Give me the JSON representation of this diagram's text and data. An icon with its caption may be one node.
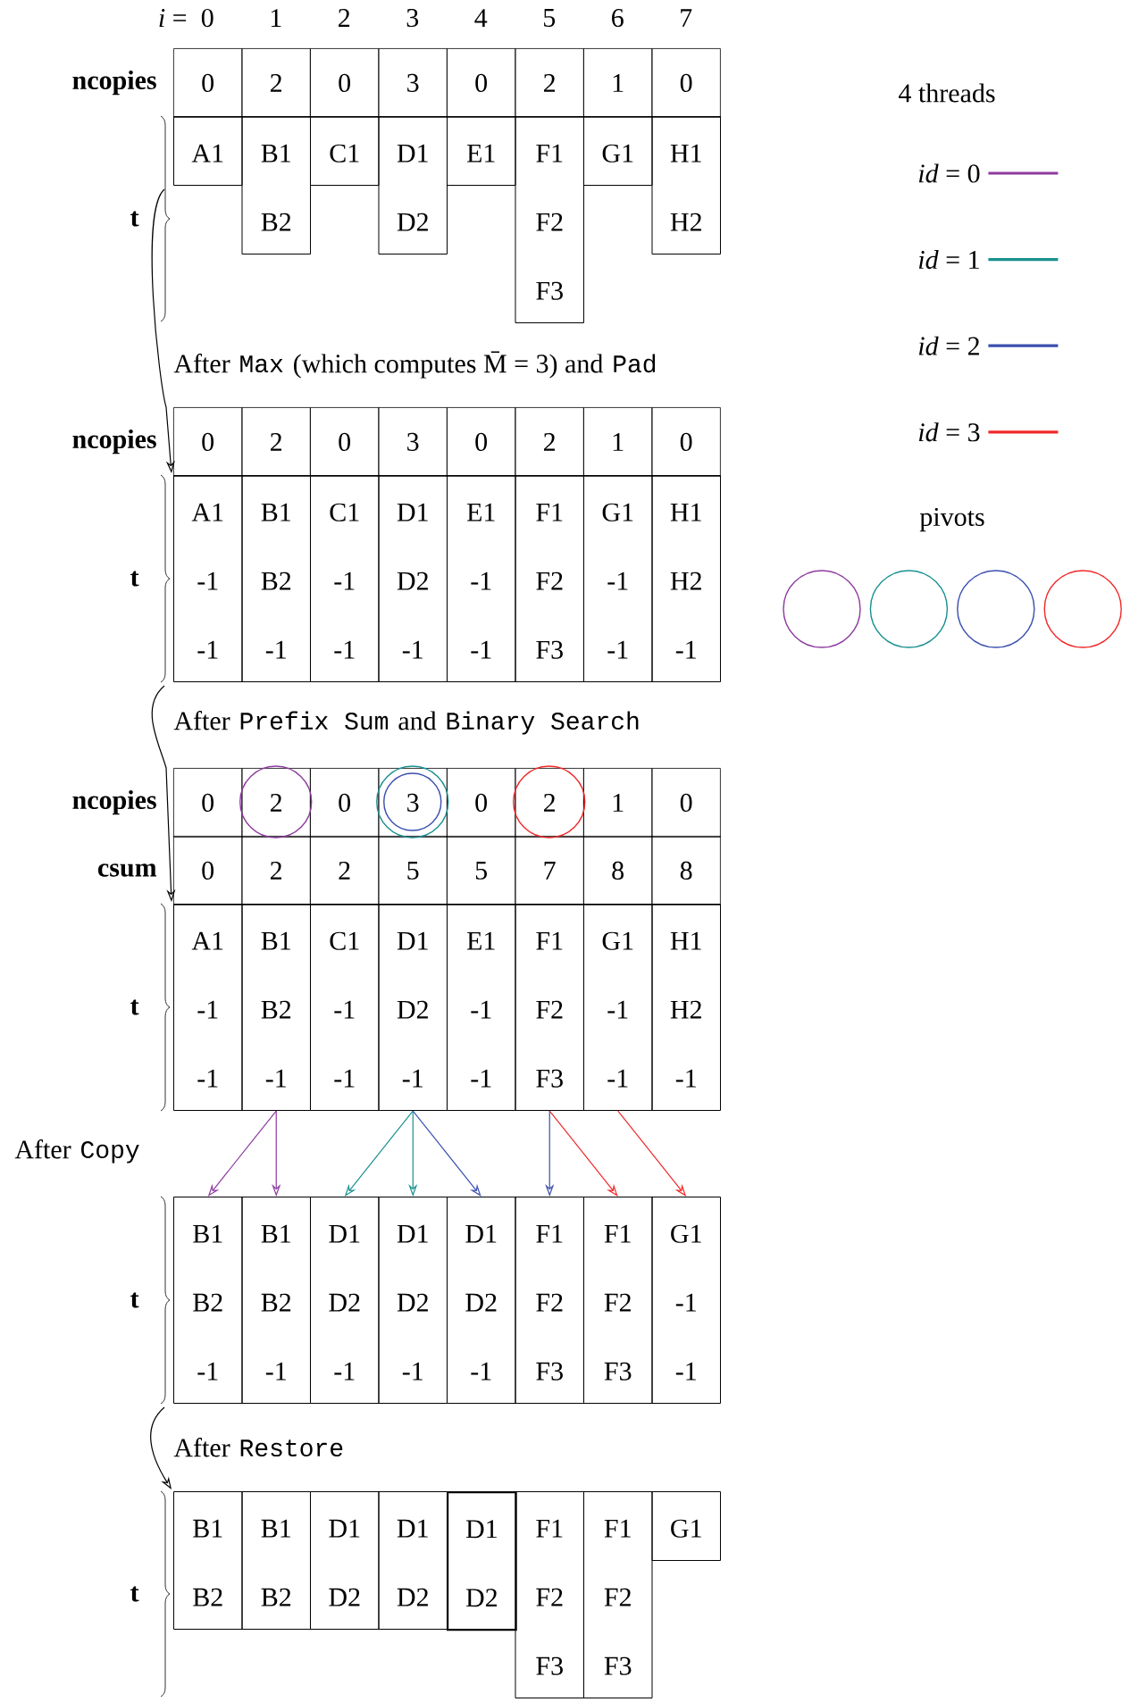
{
  "diagram": {
    "nodes": [
      {
        "text": [
          "A1"
        ]
      },
      {
        "text": [
          "B1",
          "B2"
        ]
      },
      {
        "text": [
          "C1"
        ]
      },
      {
        "text": [
          "D1",
          "D2"
        ]
      },
      {
        "text": [
          "E1"
        ]
      },
      {
        "text": [
          "F1",
          "F2",
          "F3"
        ]
      },
      {
        "text": [
          "G1"
        ]
      },
      {
        "text": [
          "H1",
          "H2"
        ]
      },
      {
        "text": [
          "A1",
          "-1",
          "-1"
        ]
      },
      {
        "text": [
          "B1",
          "B2",
          "-1"
        ]
      },
      {
        "text": [
          "C1",
          "-1",
          "-1"
        ]
      },
      {
        "text": [
          "D1",
          "D2",
          "-1"
        ]
      },
      {
        "text": [
          "E1",
          "-1",
          "-1"
        ]
      },
      {
        "text": [
          "F1",
          "F2",
          "F3"
        ]
      },
      {
        "text": [
          "G1",
          "-1",
          "-1"
        ]
      },
      {
        "text": [
          "H1",
          "H2",
          "-1"
        ]
      },
      {
        "text": [
          "A1",
          "-1",
          "-1"
        ]
      },
      {
        "text": [
          "B1",
          "B2",
          "-1"
        ]
      },
      {
        "text": [
          "C1",
          "-1",
          "-1"
        ]
      },
      {
        "text": [
          "D1",
          "D2",
          "-1"
        ]
      },
      {
        "text": [
          "E1",
          "-1",
          "-1"
        ]
      },
      {
        "text": [
          "F1",
          "F2",
          "F3"
        ]
      },
      {
        "text": [
          "G1",
          "-1",
          "-1"
        ]
      },
      {
        "text": [
          "H1",
          "H2",
          "-1"
        ]
      },
      {
        "text": [
          "B1",
          "B2",
          "-1"
        ]
      },
      {
        "text": [
          "B1",
          "B2",
          "-1"
        ]
      },
      {
        "text": [
          "D1",
          "D2",
          "-1"
        ]
      },
      {
        "text": [
          "D1",
          "D2",
          "-1"
        ]
      },
      {
        "text": [
          "D1",
          "D2",
          "-1"
        ]
      },
      {
        "text": [
          "F1",
          "F2",
          "F3"
        ]
      },
      {
        "text": [
          "F1",
          "F2",
          "F3"
        ]
      },
      {
        "text": [
          "G1",
          "-1",
          "-1"
        ]
      },
      {
        "text": [
          "B1",
          "B2"
        ]
      },
      {
        "text": [
          "B1",
          "B2"
        ]
      },
      {
        "text": [
          "D1",
          "D2"
        ]
      },
      {
        "text": [
          "D1",
          "D2"
        ]
      },
      {
        "text": [
          "D1",
          "D2"
        ]
      },
      {
        "text": [
          "F1",
          "F2",
          "F3"
        ]
      },
      {
        "text": [
          "F1",
          "F2",
          "F3"
        ]
      },
      {
        "text": [
          "G1"
        ]
      }
    ],
    "edges": [
      {
        "from": 0,
        "to": 8,
        "arrow": "to"
      },
      {
        "from": 8,
        "to": 16,
        "arrow": "to"
      },
      {
        "from": 24,
        "to": 32,
        "arrow": "to"
      },
      {
        "from": 17,
        "to": 24,
        "arrow": "to",
        "color": "#8e3a9e"
      },
      {
        "from": 17,
        "to": 25,
        "arrow": "to",
        "color": "#8e3a9e"
      },
      {
        "from": 19,
        "to": 26,
        "arrow": "to",
        "color": "#1a9090"
      },
      {
        "from": 19,
        "to": 27,
        "arrow": "to",
        "color": "#1a9090"
      },
      {
        "from": 19,
        "to": 28,
        "arrow": "to",
        "color": "#3a4fb0"
      },
      {
        "from": 21,
        "to": 29,
        "arrow": "to",
        "color": "#3a4fb0"
      },
      {
        "from": 21,
        "to": 30,
        "arrow": "to",
        "color": "#f02828"
      },
      {
        "from": 22,
        "to": 31,
        "arrow": "to",
        "color": "#f02828"
      }
    ],
    "labels": [
      "*i* =",
      "0",
      "1",
      "2",
      "3",
      "4",
      "5",
      "6",
      "7",
      "4 threads",
      "pivots",
      "ncopies",
      "0",
      "2",
      "0",
      "3",
      "0",
      "2",
      "1",
      "0",
      "t",
      "After",
      "Max",
      "(which computes M̄ = 3) and",
      "Pad",
      "ncopies",
      "0",
      "2",
      "0",
      "3",
      "0",
      "2",
      "1",
      "0",
      "t",
      "After",
      "Prefix Sum",
      "and",
      "Binary Search",
      "ncopies",
      "0",
      "2",
      "0",
      "3",
      "0",
      "2",
      "1",
      "0",
      "csum",
      "0",
      "2",
      "2",
      "5",
      "5",
      "7",
      "8",
      "8",
      "t",
      "After",
      "Copy",
      "t",
      "After",
      "Restore",
      "t"
    ],
    "legend": [
      {
        "text": "*id* = 0",
        "color": "#8e3a9e"
      },
      {
        "text": "*id* = 1",
        "color": "#1a9090"
      },
      {
        "text": "*id* = 2",
        "color": "#3a4fb0"
      },
      {
        "text": "*id* = 3",
        "color": "#f02828"
      }
    ]
  }
}
